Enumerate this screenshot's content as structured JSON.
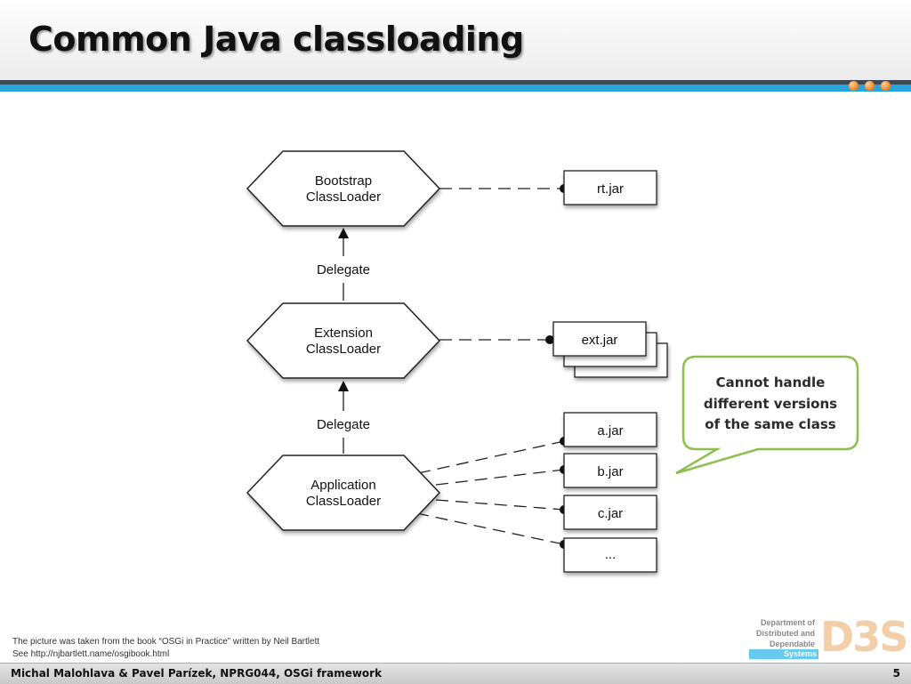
{
  "slide": {
    "title": "Common Java classloading"
  },
  "diagram": {
    "nodes": {
      "bootstrap": [
        "Bootstrap",
        "ClassLoader"
      ],
      "extension": [
        "Extension",
        "ClassLoader"
      ],
      "application": [
        "Application",
        "ClassLoader"
      ]
    },
    "delegate_labels": [
      "Delegate",
      "Delegate"
    ],
    "jars": {
      "rt": "rt.jar",
      "ext": "ext.jar",
      "a": "a.jar",
      "b": "b.jar",
      "c": "c.jar",
      "more": "..."
    },
    "callout": [
      "Cannot handle",
      "different versions",
      "of the same class"
    ],
    "callout_color": "#8dbf4f"
  },
  "credit": {
    "line1": "The picture was taken from the book “OSGi in Practice” written by Neil Bartlett",
    "line2": "See http://njbartlett.name/osgibook.html"
  },
  "logo": {
    "lines": [
      "Department of",
      "Distributed and",
      "Dependable"
    ],
    "systems": "Systems",
    "mark": "D3S"
  },
  "footer": {
    "authors": "Michal Malohlava & Pavel Parízek, NPRG044, OSGi framework",
    "page": "5"
  },
  "colors": {
    "accent_blue": "#2aa4dc",
    "accent_dark": "#3d4a55",
    "accent_orange": "#f08a2c"
  }
}
